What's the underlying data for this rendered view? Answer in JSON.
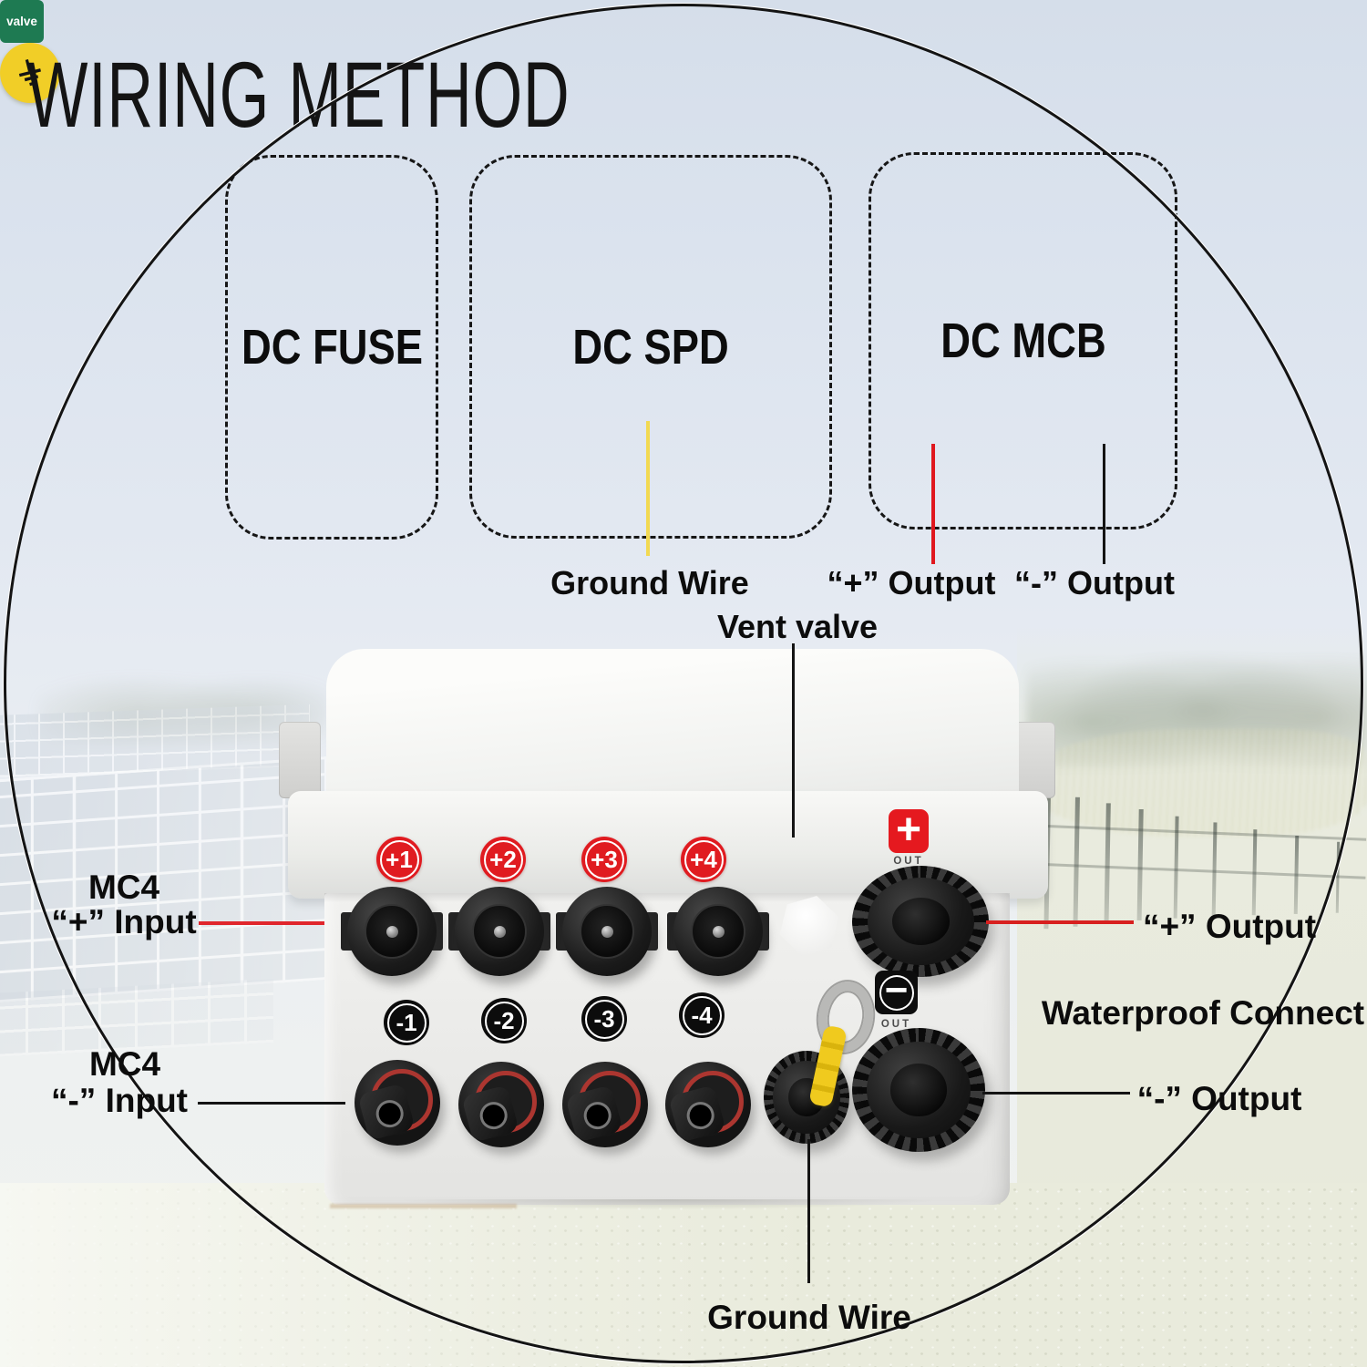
{
  "title": "WIRING METHOD",
  "modules": [
    {
      "label": "DC FUSE"
    },
    {
      "label": "DC SPD"
    },
    {
      "label": "DC MCB"
    }
  ],
  "top_callouts": {
    "ground_wire": "Ground Wire",
    "plus_output": "“+” Output",
    "minus_output": "“-” Output",
    "vent_valve": "Vent valve"
  },
  "box": {
    "plus_input_labels": [
      "+1",
      "+2",
      "+3",
      "+4"
    ],
    "minus_input_labels": [
      "-1",
      "-2",
      "-3",
      "-4"
    ],
    "valve_badge": "valve",
    "plus_badge": "+",
    "minus_badge": "−",
    "out_label": "OUT"
  },
  "side_callouts": {
    "mc4": "MC4",
    "plus_input": "“+” Input",
    "minus_input": "“-” Input",
    "plus_output": "“+” Output",
    "minus_output": "“-” Output",
    "waterproof_connect": "Waterproof Connect",
    "ground_wire": "Ground Wire"
  },
  "colors": {
    "accent_red": "#e01d23",
    "wire_yellow": "#f2d951",
    "badge_green": "#1e7a52",
    "badge_yellow": "#f1ce27",
    "ink": "#0c0c0c"
  }
}
